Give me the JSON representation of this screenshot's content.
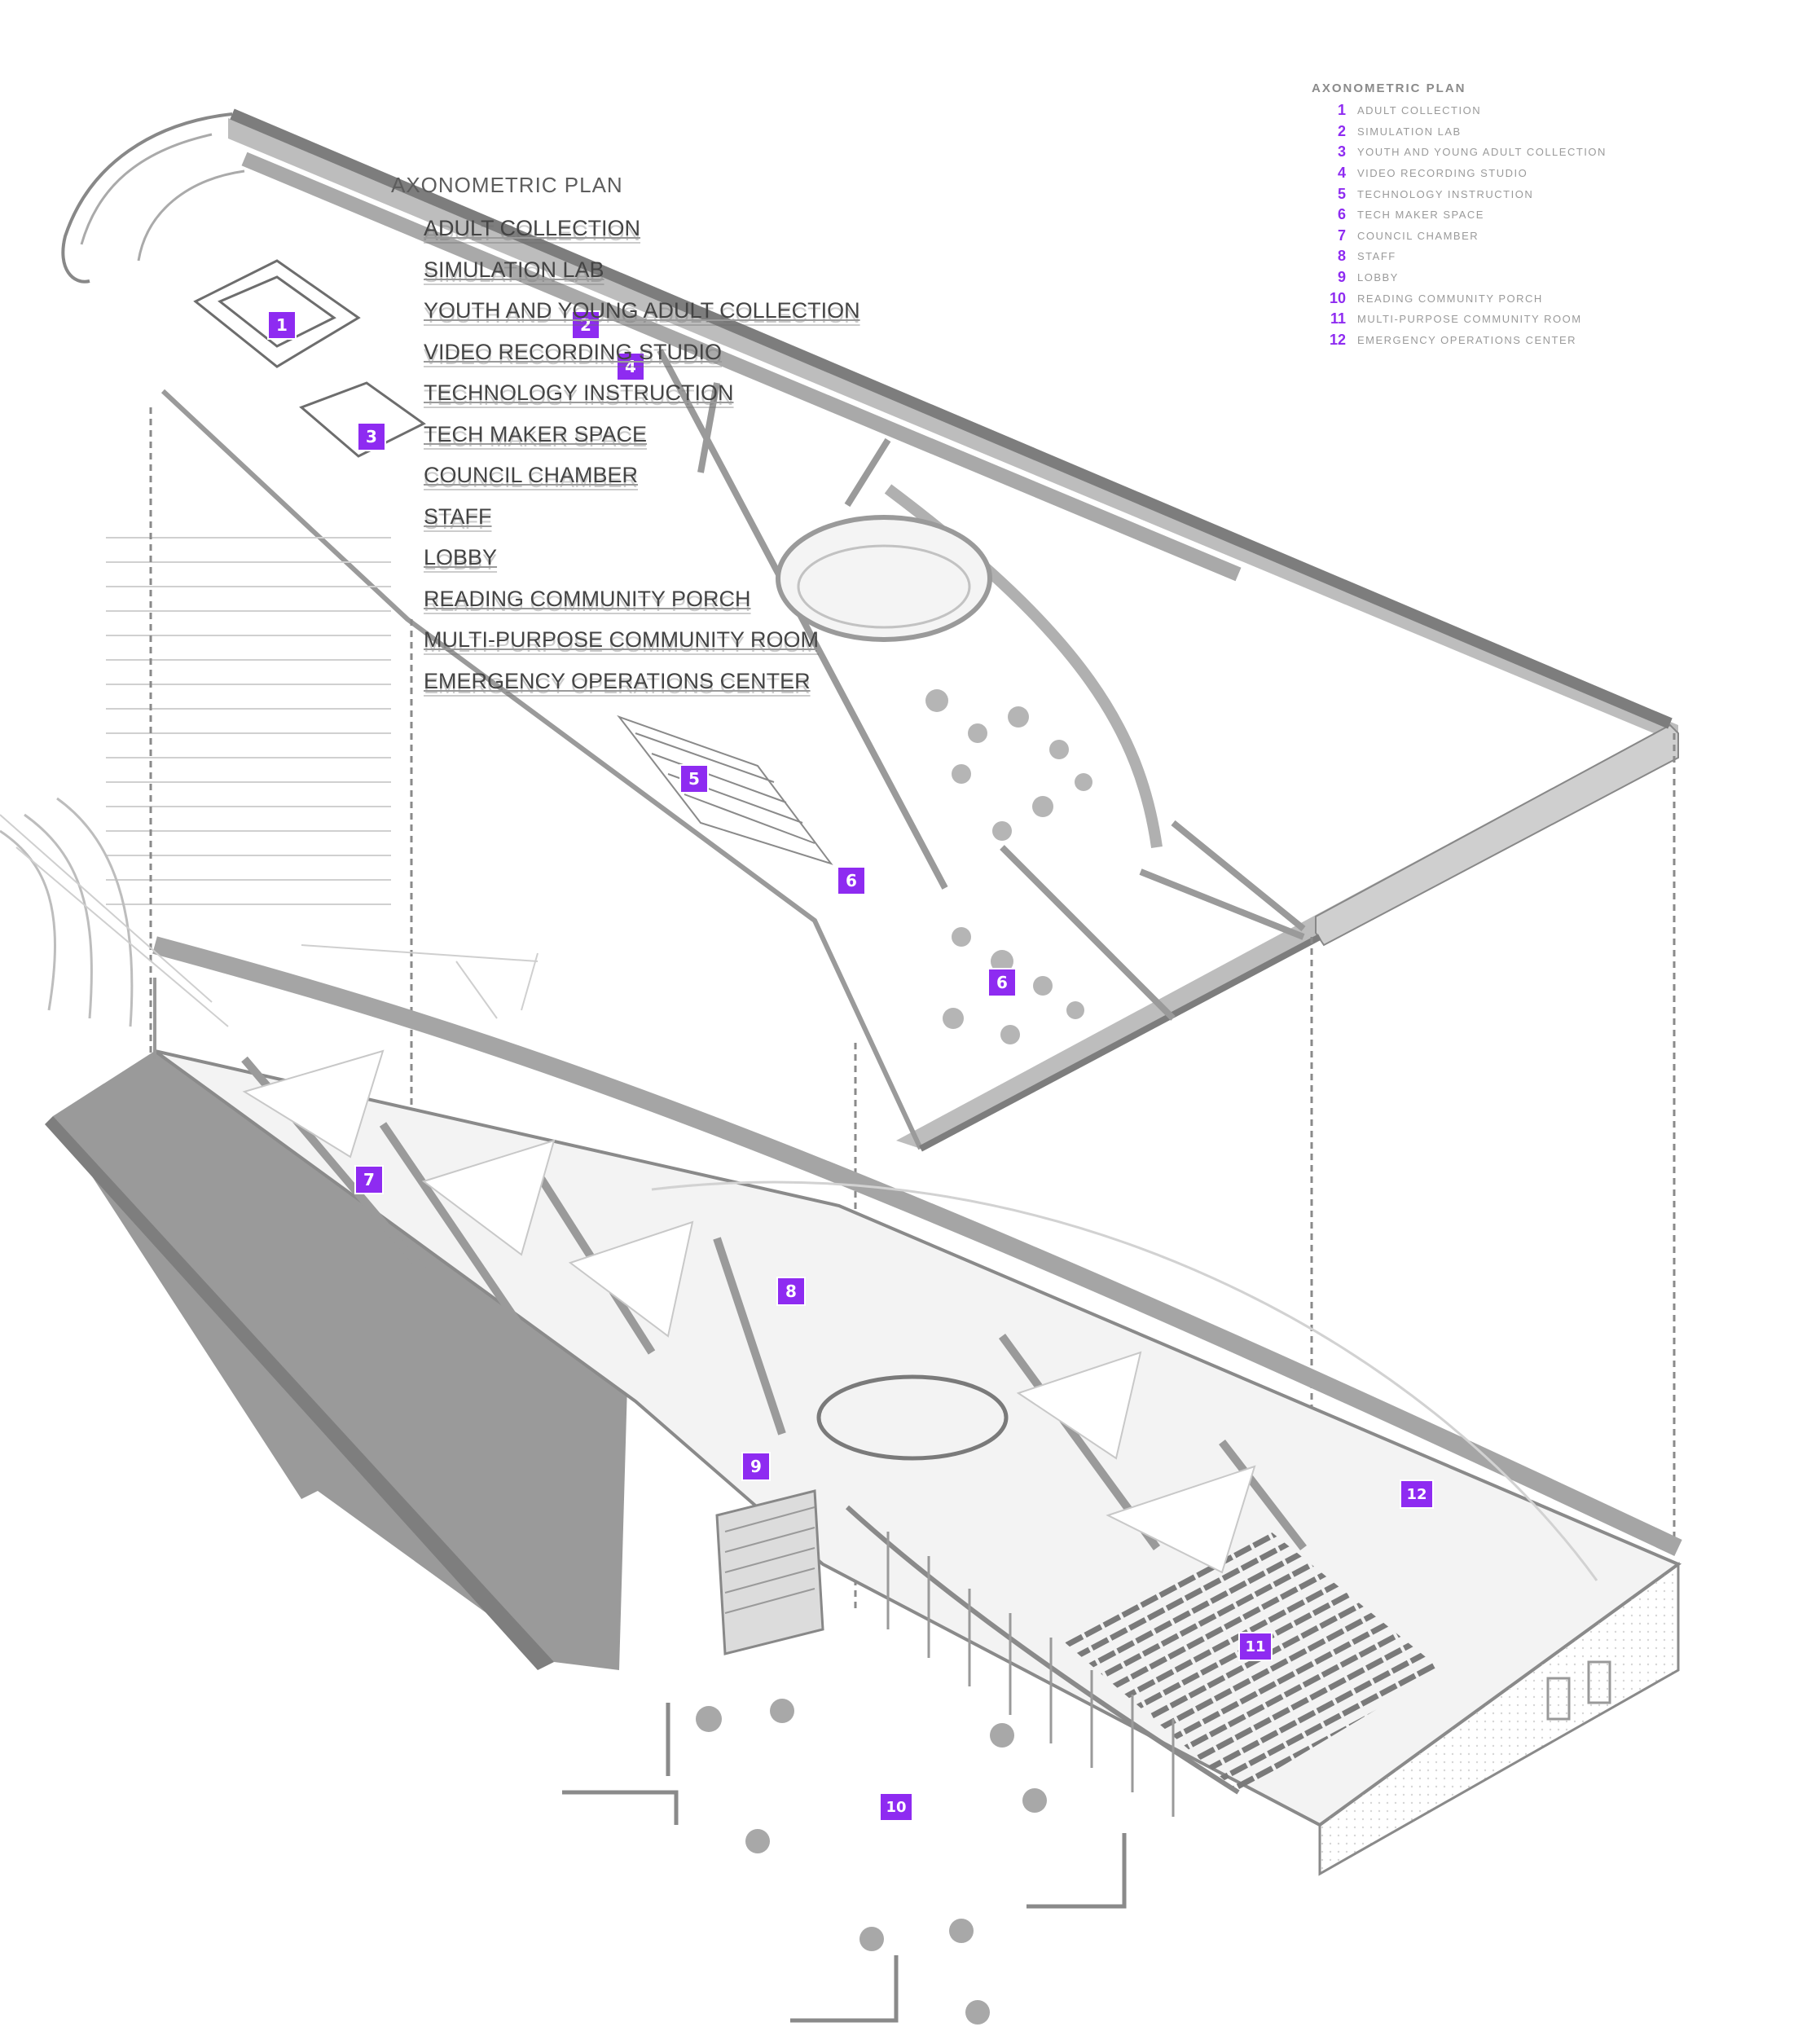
{
  "legend": {
    "title": "AXONOMETRIC PLAN",
    "items": [
      {
        "num": "1",
        "label": "ADULT COLLECTION"
      },
      {
        "num": "2",
        "label": "SIMULATION LAB"
      },
      {
        "num": "3",
        "label": "YOUTH AND YOUNG ADULT COLLECTION"
      },
      {
        "num": "4",
        "label": "VIDEO RECORDING STUDIO"
      },
      {
        "num": "5",
        "label": "TECHNOLOGY INSTRUCTION"
      },
      {
        "num": "6",
        "label": "TECH MAKER SPACE"
      },
      {
        "num": "7",
        "label": "COUNCIL CHAMBER"
      },
      {
        "num": "8",
        "label": "STAFF"
      },
      {
        "num": "9",
        "label": "LOBBY"
      },
      {
        "num": "10",
        "label": "READING COMMUNITY PORCH"
      },
      {
        "num": "11",
        "label": "MULTI-PURPOSE COMMUNITY ROOM"
      },
      {
        "num": "12",
        "label": "EMERGENCY OPERATIONS CENTER"
      }
    ]
  },
  "markers": [
    "1",
    "2",
    "3",
    "4",
    "5",
    "6",
    "6",
    "7",
    "8",
    "9",
    "10",
    "11",
    "12"
  ],
  "colors": {
    "accent": "#8e2bf1",
    "line": "#6f6f6f",
    "shade": "#bdbdbd",
    "dark_shade": "#9a9a9a"
  }
}
